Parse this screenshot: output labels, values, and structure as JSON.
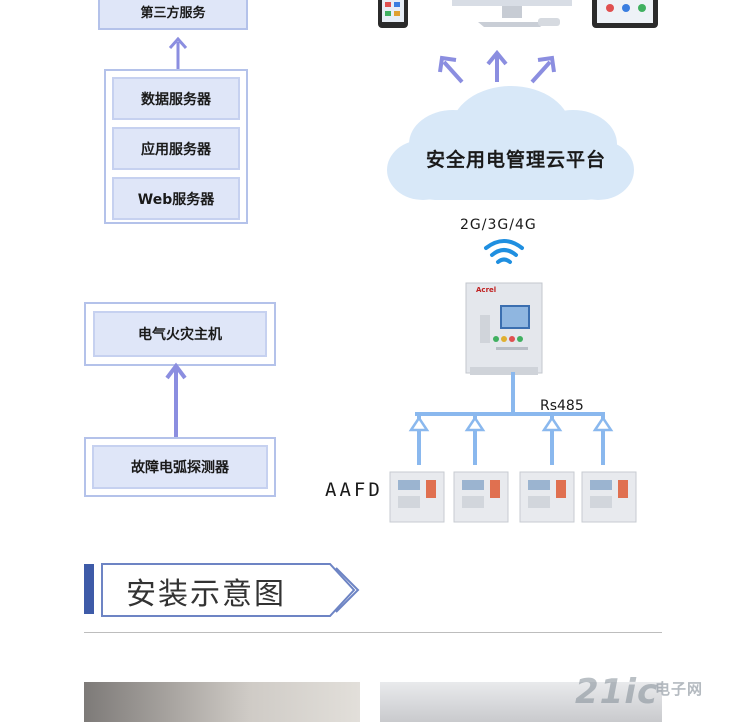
{
  "left_stack": {
    "third_party": "第三方服务",
    "servers": [
      "数据服务器",
      "应用服务器",
      "Web服务器"
    ],
    "fire_host": "电气火灾主机",
    "detector": "故障电弧探测器"
  },
  "cloud": {
    "label": "安全用电管理云平台",
    "network": "2G/3G/4G"
  },
  "bus": {
    "label": "Rs485",
    "device_label": "AAFD"
  },
  "panel": {
    "brand": "Acrel"
  },
  "section": {
    "title": "安装示意图"
  },
  "watermark": {
    "main": "21ic",
    "sub": "电子网"
  },
  "colors": {
    "box_fill": "#dfe6f8",
    "box_border": "#b4c2ea",
    "arrow": "#8b8ee0",
    "cloud": "#d8e8f8",
    "heading_bar": "#3e5ba8",
    "wifi": "#1f8fe0"
  }
}
